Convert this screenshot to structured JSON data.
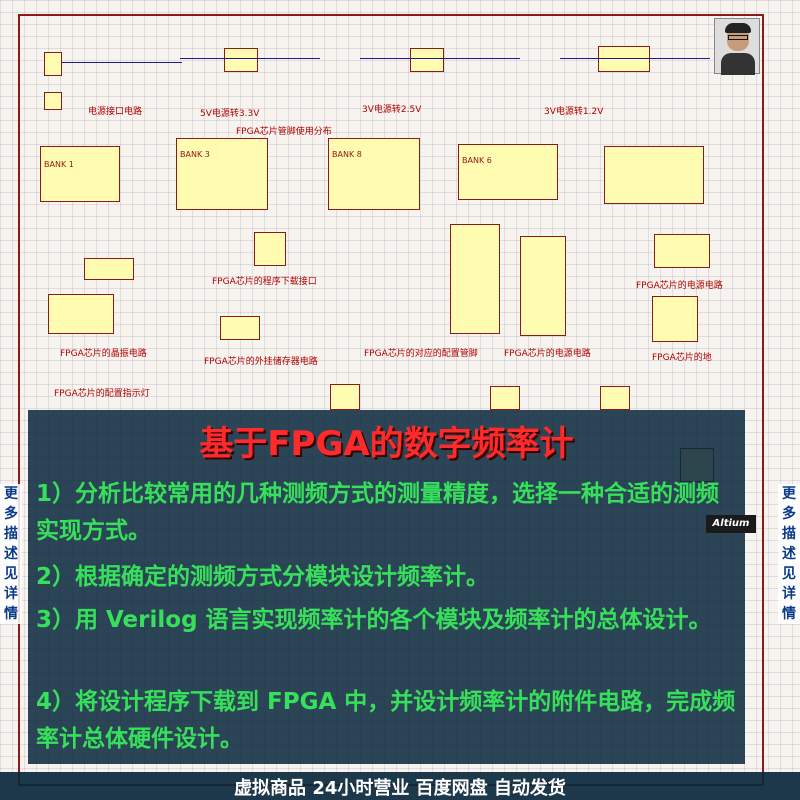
{
  "title": "基于FPGA的数字频率计",
  "description_items": [
    "1）分析比较常用的几种测频方式的测量精度，选择一种合适的测频实现方式。",
    "2）根据确定的测频方式分模块设计频率计。",
    "3）用 Verilog 语言实现频率计的各个模块及频率计的总体设计。",
    "4）将设计程序下载到 FPGA 中，并设计频率计的附件电路，完成频率计总体硬件设计。"
  ],
  "footer": "虚拟商品 24小时营业 百度网盘 自动发货",
  "side_tag_left": "更多描述见详情",
  "side_tag_right": "更多描述见详情",
  "schematic_labels": {
    "power_interface": "电源接口电路",
    "reg_3v3": "5V电源转3.3V",
    "reg_2v5": "3V电源转2.5V",
    "reg_1v2": "3V电源转1.2V",
    "pin_distribution": "FPGA芯片管脚使用分布",
    "download_interface": "FPGA芯片的程序下载接口",
    "clock_circuit": "FPGA芯片的晶振电路",
    "flash_circuit": "FPGA芯片的外挂储存器电路",
    "config_pins": "FPGA芯片的对应的配置管脚",
    "power_circuit": "FPGA芯片的电源电路",
    "power_circuit_2": "FPGA芯片的电源电路",
    "ground": "FPGA芯片的地",
    "config_led": "FPGA芯片的配置指示灯",
    "bank1": "BANK 1",
    "bank3": "BANK 3",
    "bank6": "BANK 6",
    "bank8": "BANK 8",
    "altium": "Altium"
  },
  "colors": {
    "title": "#ff2a2a",
    "description": "#36e05a",
    "overlay": "#0a283c",
    "schematic_border": "#8b1a1a",
    "component_fill": "#fffbb0"
  }
}
